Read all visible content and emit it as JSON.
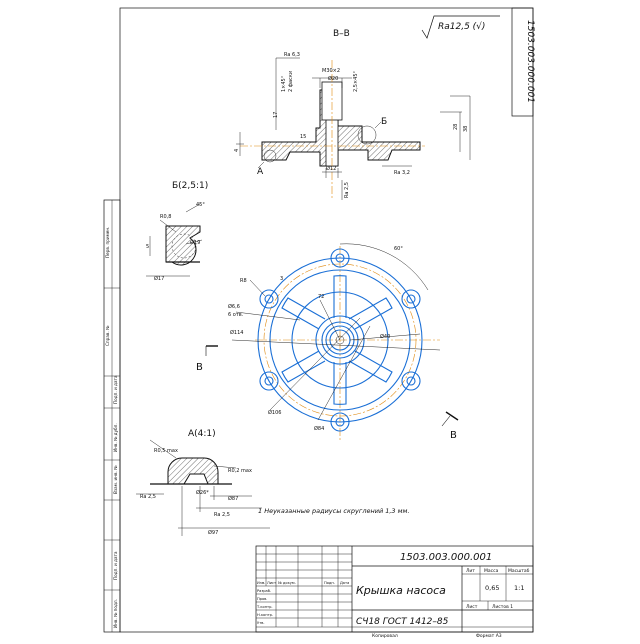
{
  "drawing_code": "1503.003.000.001",
  "roughness": "Ra12,5 (√)",
  "section": {
    "label": "В–В",
    "dims": {
      "ra63": "Ra 6,3",
      "m30": "M30×2",
      "d20": "Ø20",
      "d12": "Ø12",
      "chamfer1": "1×45°",
      "chamfer2": "2,5×45°",
      "depth": "2 фаски",
      "h17": "17",
      "h28": "28",
      "h38": "38",
      "h4": "4",
      "r5": "15",
      "ra32": "Ra 3,2",
      "ra25": "Ra 2,5"
    },
    "mark_a": "А",
    "mark_b": "Б"
  },
  "detail_b": {
    "label": "Б(2,5:1)",
    "dims": {
      "r08": "R0,8",
      "d19": "Ø19",
      "angle": "45°",
      "w5": "5",
      "d17": "Ø17"
    }
  },
  "plan": {
    "dims": {
      "angle60": "60°",
      "r8": "R8",
      "n3": "3",
      "holes": "Ø6,6",
      "holes_count": "6 отв.",
      "d114": "Ø114",
      "d40": "Ø40",
      "d106": "Ø106",
      "d84": "Ø84",
      "r72": "72"
    },
    "arrow_left": "В",
    "arrow_right": "В"
  },
  "detail_a": {
    "label": "А(4:1)",
    "dims": {
      "a": "R0,5 max",
      "b": "R0,2 max",
      "ra": "Ra 2,5",
      "ra2": "Ra 2,5",
      "d": "Ø26*",
      "e": "Ø87",
      "f": "Ø97"
    }
  },
  "note": "1 Неуказанные радиусы скруглений 1,3 мм.",
  "side_labels": [
    "Перв. примен.",
    "Справ. №",
    "Подп. и дата",
    "Инв. № дубл.",
    "Взам. инв. №",
    "Подп. и дата",
    "Инв. № подл."
  ],
  "title_block": {
    "code": "1503.003.000.001",
    "name": "Крышка насоса",
    "material": "СЧ18  ГОСТ 1412–85",
    "headers": {
      "lit": "Лит",
      "mass": "Масса",
      "scale": "Масштаб"
    },
    "mass": "0,65",
    "scale": "1:1",
    "sheet": "Лист",
    "sheets": "Листов 1",
    "rows": [
      "Изм.",
      "Лист",
      "№ докум.",
      "Подп.",
      "Дата"
    ],
    "roles": [
      "Разраб.",
      "Пров.",
      "Т.контр.",
      "Н.контр.",
      "Утв."
    ],
    "bottom_left": "Копировал",
    "bottom_right": "Формат   А3"
  }
}
